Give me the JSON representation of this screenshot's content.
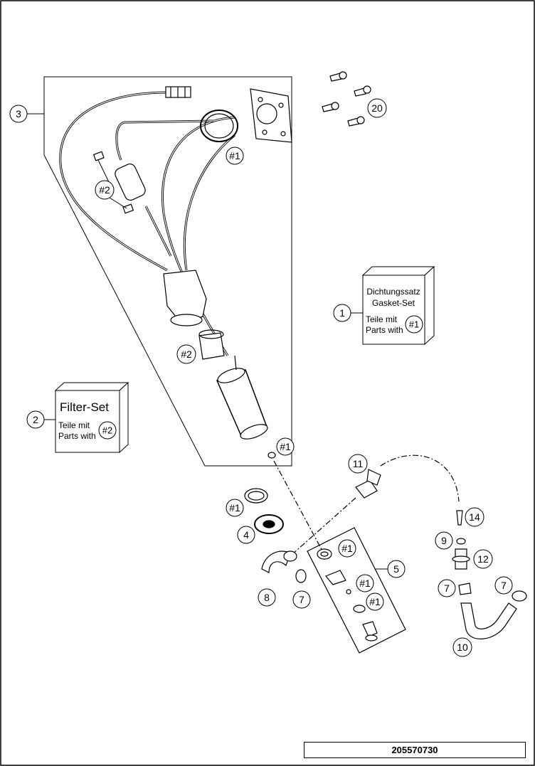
{
  "callouts": {
    "c1": "1",
    "c2": "2",
    "c3": "3",
    "c4": "4",
    "c5": "5",
    "c7a": "7",
    "c7b": "7",
    "c7c": "7",
    "c8": "8",
    "c9": "9",
    "c10": "10",
    "c11": "11",
    "c12": "12",
    "c14": "14",
    "c20": "20"
  },
  "refs": {
    "r1a": "#1",
    "r1b": "#1",
    "r1c": "#1",
    "r1d": "#1",
    "r1e": "#1",
    "r1f": "#1",
    "r2a": "#2",
    "r2b": "#2"
  },
  "gasket_set": {
    "line1": "Dichtungssatz",
    "line2": "Gasket-Set",
    "line3": "Teile mit",
    "line4": "Parts with",
    "ref": "#1"
  },
  "filter_set": {
    "title": "Filter-Set",
    "line1": "Teile mit",
    "line2": "Parts with",
    "ref": "#2"
  },
  "drawing_number": "205570730"
}
